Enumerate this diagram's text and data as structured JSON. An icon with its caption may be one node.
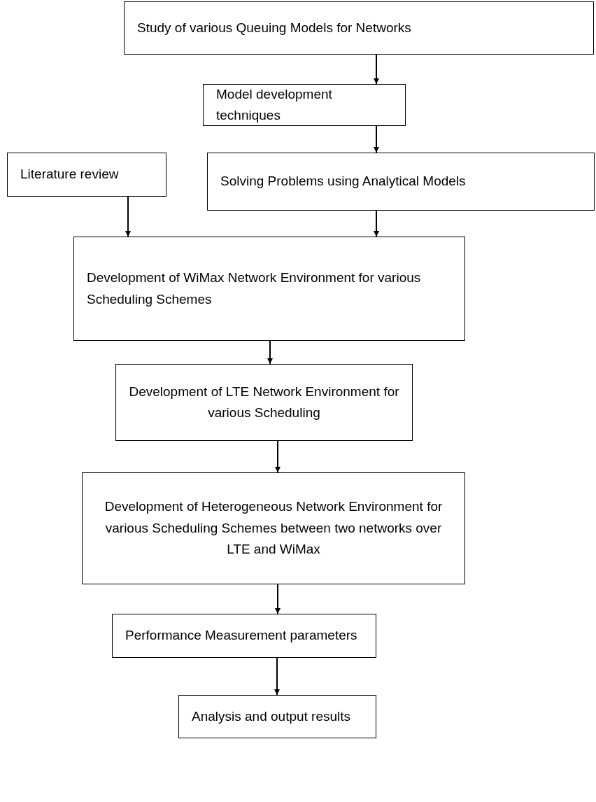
{
  "diagram": {
    "nodes": [
      {
        "text": [
          "Study of various Queuing Models for Networks"
        ]
      },
      {
        "text": [
          "Model development techniques"
        ]
      },
      {
        "text": [
          "Literature review"
        ]
      },
      {
        "text": [
          "Solving Problems using Analytical Models"
        ]
      },
      {
        "text": [
          "Development of WiMax Network Environment for various Scheduling Schemes"
        ]
      },
      {
        "text": [
          "Development of LTE Network Environment for various Scheduling"
        ]
      },
      {
        "text": [
          "Development of Heterogeneous Network Environment for various Scheduling Schemes between two networks over LTE and WiMax"
        ]
      },
      {
        "text": [
          "Performance Measurement parameters"
        ]
      },
      {
        "text": [
          "Analysis and output results"
        ]
      }
    ],
    "edges": [
      {
        "from": 0,
        "to": 1,
        "arrow": "to"
      },
      {
        "from": 1,
        "to": 3,
        "arrow": "to"
      },
      {
        "from": 2,
        "to": 4,
        "arrow": "to"
      },
      {
        "from": 3,
        "to": 4,
        "arrow": "to"
      },
      {
        "from": 4,
        "to": 5,
        "arrow": "to"
      },
      {
        "from": 5,
        "to": 6,
        "arrow": "to"
      },
      {
        "from": 6,
        "to": 7,
        "arrow": "to"
      },
      {
        "from": 7,
        "to": 8,
        "arrow": "to"
      }
    ]
  }
}
